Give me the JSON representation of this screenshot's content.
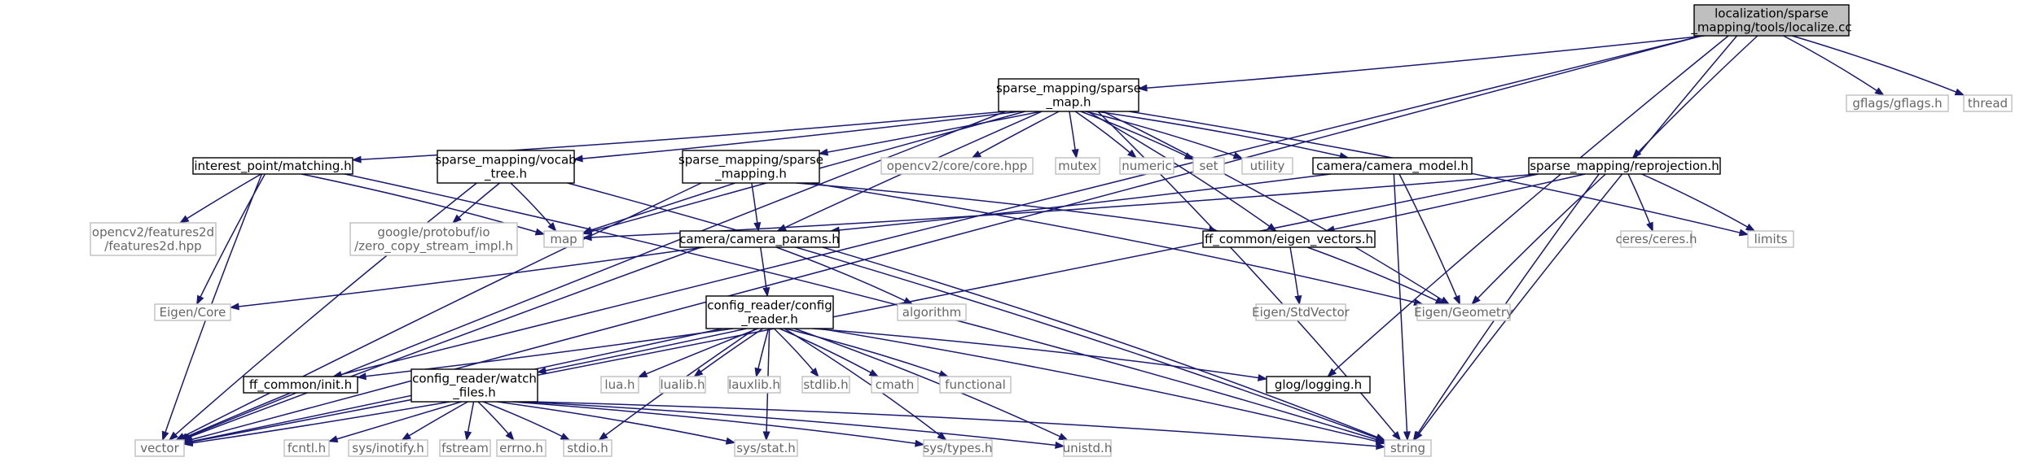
{
  "nodes": [
    {
      "id": "localize",
      "lines": [
        "localization/sparse",
        "_mapping/tools/localize.cc"
      ],
      "kind": "root"
    },
    {
      "id": "sparse_map",
      "lines": [
        "sparse_mapping/sparse",
        "_map.h"
      ],
      "kind": "header"
    },
    {
      "id": "gflags",
      "lines": [
        "gflags/gflags.h"
      ],
      "kind": "system"
    },
    {
      "id": "thread",
      "lines": [
        "thread"
      ],
      "kind": "system"
    },
    {
      "id": "interest_point",
      "lines": [
        "interest_point/matching.h"
      ],
      "kind": "header"
    },
    {
      "id": "vocab_tree",
      "lines": [
        "sparse_mapping/vocab",
        "_tree.h"
      ],
      "kind": "header"
    },
    {
      "id": "sparse_mapping_h",
      "lines": [
        "sparse_mapping/sparse",
        "_mapping.h"
      ],
      "kind": "header"
    },
    {
      "id": "opencv_core",
      "lines": [
        "opencv2/core/core.hpp"
      ],
      "kind": "system"
    },
    {
      "id": "mutex",
      "lines": [
        "mutex"
      ],
      "kind": "system"
    },
    {
      "id": "numeric",
      "lines": [
        "numeric"
      ],
      "kind": "system"
    },
    {
      "id": "set",
      "lines": [
        "set"
      ],
      "kind": "system"
    },
    {
      "id": "utility",
      "lines": [
        "utility"
      ],
      "kind": "system"
    },
    {
      "id": "camera_model",
      "lines": [
        "camera/camera_model.h"
      ],
      "kind": "header"
    },
    {
      "id": "reprojection",
      "lines": [
        "sparse_mapping/reprojection.h"
      ],
      "kind": "header"
    },
    {
      "id": "opencv_features2d",
      "lines": [
        "opencv2/features2d",
        "/features2d.hpp"
      ],
      "kind": "system"
    },
    {
      "id": "protobuf",
      "lines": [
        "google/protobuf/io",
        "/zero_copy_stream_impl.h"
      ],
      "kind": "system"
    },
    {
      "id": "map",
      "lines": [
        "map"
      ],
      "kind": "system"
    },
    {
      "id": "camera_params",
      "lines": [
        "camera/camera_params.h"
      ],
      "kind": "header"
    },
    {
      "id": "eigen_vectors",
      "lines": [
        "ff_common/eigen_vectors.h"
      ],
      "kind": "header"
    },
    {
      "id": "ceres",
      "lines": [
        "ceres/ceres.h"
      ],
      "kind": "system"
    },
    {
      "id": "limits",
      "lines": [
        "limits"
      ],
      "kind": "system"
    },
    {
      "id": "eigen_core",
      "lines": [
        "Eigen/Core"
      ],
      "kind": "system"
    },
    {
      "id": "config_reader",
      "lines": [
        "config_reader/config",
        "_reader.h"
      ],
      "kind": "header"
    },
    {
      "id": "algorithm",
      "lines": [
        "algorithm"
      ],
      "kind": "system"
    },
    {
      "id": "eigen_stdvector",
      "lines": [
        "Eigen/StdVector"
      ],
      "kind": "system"
    },
    {
      "id": "eigen_geometry",
      "lines": [
        "Eigen/Geometry"
      ],
      "kind": "system"
    },
    {
      "id": "ff_init",
      "lines": [
        "ff_common/init.h"
      ],
      "kind": "header"
    },
    {
      "id": "watch_files",
      "lines": [
        "config_reader/watch",
        "_files.h"
      ],
      "kind": "header"
    },
    {
      "id": "lua",
      "lines": [
        "lua.h"
      ],
      "kind": "system"
    },
    {
      "id": "lualib",
      "lines": [
        "lualib.h"
      ],
      "kind": "system"
    },
    {
      "id": "lauxlib",
      "lines": [
        "lauxlib.h"
      ],
      "kind": "system"
    },
    {
      "id": "stdlib",
      "lines": [
        "stdlib.h"
      ],
      "kind": "system"
    },
    {
      "id": "cmath",
      "lines": [
        "cmath"
      ],
      "kind": "system"
    },
    {
      "id": "functional",
      "lines": [
        "functional"
      ],
      "kind": "system"
    },
    {
      "id": "glog",
      "lines": [
        "glog/logging.h"
      ],
      "kind": "header"
    },
    {
      "id": "vector",
      "lines": [
        "vector"
      ],
      "kind": "system"
    },
    {
      "id": "fcntl",
      "lines": [
        "fcntl.h"
      ],
      "kind": "system"
    },
    {
      "id": "inotify",
      "lines": [
        "sys/inotify.h"
      ],
      "kind": "system"
    },
    {
      "id": "fstream",
      "lines": [
        "fstream"
      ],
      "kind": "system"
    },
    {
      "id": "errno",
      "lines": [
        "errno.h"
      ],
      "kind": "system"
    },
    {
      "id": "stdio",
      "lines": [
        "stdio.h"
      ],
      "kind": "system"
    },
    {
      "id": "sys_stat",
      "lines": [
        "sys/stat.h"
      ],
      "kind": "system"
    },
    {
      "id": "sys_types",
      "lines": [
        "sys/types.h"
      ],
      "kind": "system"
    },
    {
      "id": "unistd",
      "lines": [
        "unistd.h"
      ],
      "kind": "system"
    },
    {
      "id": "string",
      "lines": [
        "string"
      ],
      "kind": "system"
    }
  ],
  "edges": [
    [
      "localize",
      "sparse_map"
    ],
    [
      "localize",
      "gflags"
    ],
    [
      "localize",
      "thread"
    ],
    [
      "localize",
      "reprojection"
    ],
    [
      "localize",
      "glog"
    ],
    [
      "localize",
      "vector"
    ],
    [
      "localize",
      "ff_init"
    ],
    [
      "localize",
      "string"
    ],
    [
      "sparse_map",
      "interest_point"
    ],
    [
      "sparse_map",
      "vocab_tree"
    ],
    [
      "sparse_map",
      "sparse_mapping_h"
    ],
    [
      "sparse_map",
      "opencv_core"
    ],
    [
      "sparse_map",
      "mutex"
    ],
    [
      "sparse_map",
      "numeric"
    ],
    [
      "sparse_map",
      "set"
    ],
    [
      "sparse_map",
      "utility"
    ],
    [
      "sparse_map",
      "camera_model"
    ],
    [
      "sparse_map",
      "map"
    ],
    [
      "sparse_map",
      "camera_params"
    ],
    [
      "sparse_map",
      "eigen_vectors"
    ],
    [
      "sparse_map",
      "limits"
    ],
    [
      "sparse_map",
      "eigen_geometry"
    ],
    [
      "sparse_map",
      "vector"
    ],
    [
      "sparse_map",
      "string"
    ],
    [
      "interest_point",
      "opencv_features2d"
    ],
    [
      "interest_point",
      "map"
    ],
    [
      "interest_point",
      "eigen_core"
    ],
    [
      "interest_point",
      "vector"
    ],
    [
      "interest_point",
      "string"
    ],
    [
      "vocab_tree",
      "protobuf"
    ],
    [
      "vocab_tree",
      "map"
    ],
    [
      "vocab_tree",
      "vector"
    ],
    [
      "vocab_tree",
      "string"
    ],
    [
      "sparse_mapping_h",
      "map"
    ],
    [
      "sparse_mapping_h",
      "camera_params"
    ],
    [
      "sparse_mapping_h",
      "eigen_vectors"
    ],
    [
      "sparse_mapping_h",
      "vector"
    ],
    [
      "sparse_mapping_h",
      "eigen_geometry"
    ],
    [
      "camera_model",
      "camera_params"
    ],
    [
      "camera_model",
      "eigen_geometry"
    ],
    [
      "camera_model",
      "string"
    ],
    [
      "reprojection",
      "map"
    ],
    [
      "reprojection",
      "eigen_vectors"
    ],
    [
      "reprojection",
      "ceres"
    ],
    [
      "reprojection",
      "limits"
    ],
    [
      "reprojection",
      "eigen_geometry"
    ],
    [
      "reprojection",
      "vector"
    ],
    [
      "reprojection",
      "string"
    ],
    [
      "camera_params",
      "eigen_core"
    ],
    [
      "camera_params",
      "config_reader"
    ],
    [
      "camera_params",
      "algorithm"
    ],
    [
      "camera_params",
      "vector"
    ],
    [
      "camera_params",
      "string"
    ],
    [
      "eigen_vectors",
      "eigen_stdvector"
    ],
    [
      "eigen_vectors",
      "eigen_geometry"
    ],
    [
      "config_reader",
      "ff_init"
    ],
    [
      "config_reader",
      "watch_files"
    ],
    [
      "config_reader",
      "lua"
    ],
    [
      "config_reader",
      "lualib"
    ],
    [
      "config_reader",
      "lauxlib"
    ],
    [
      "config_reader",
      "stdlib"
    ],
    [
      "config_reader",
      "cmath"
    ],
    [
      "config_reader",
      "functional"
    ],
    [
      "config_reader",
      "glog"
    ],
    [
      "config_reader",
      "vector"
    ],
    [
      "config_reader",
      "stdio"
    ],
    [
      "config_reader",
      "sys_stat"
    ],
    [
      "config_reader",
      "sys_types"
    ],
    [
      "config_reader",
      "unistd"
    ],
    [
      "config_reader",
      "string"
    ],
    [
      "ff_init",
      "vector"
    ],
    [
      "watch_files",
      "vector"
    ],
    [
      "watch_files",
      "fcntl"
    ],
    [
      "watch_files",
      "inotify"
    ],
    [
      "watch_files",
      "fstream"
    ],
    [
      "watch_files",
      "errno"
    ],
    [
      "watch_files",
      "stdio"
    ],
    [
      "watch_files",
      "sys_stat"
    ],
    [
      "watch_files",
      "sys_types"
    ],
    [
      "watch_files",
      "unistd"
    ],
    [
      "watch_files",
      "string"
    ]
  ],
  "colors": {
    "edge": "#191970",
    "root_fill": "#bfbfbf",
    "header_border": "#000000",
    "system_border": "#bfbfbf",
    "header_text": "#000000",
    "system_text": "#666666"
  }
}
